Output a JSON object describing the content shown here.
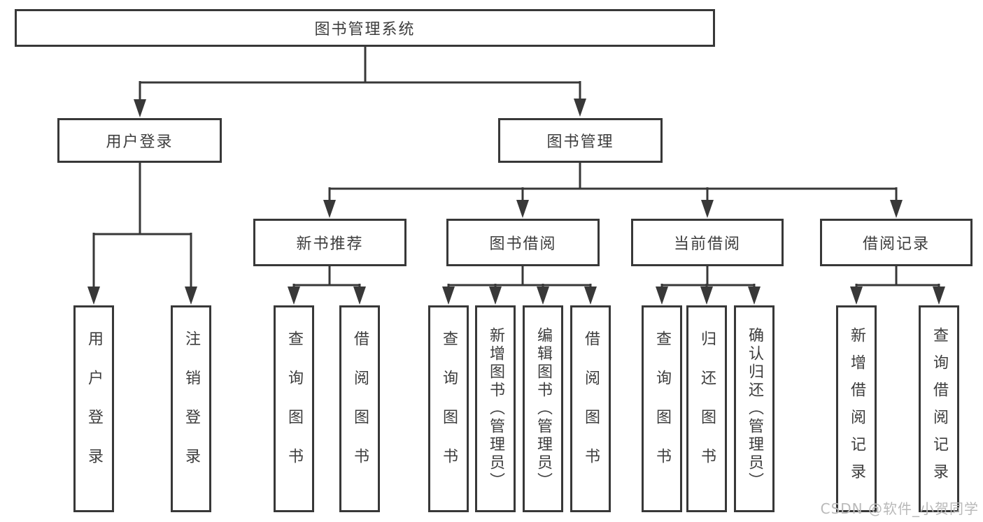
{
  "diagram": {
    "root": {
      "label": "图书管理系统"
    },
    "user_login": {
      "label": "用户登录",
      "children": [
        "用户登录",
        "注销登录"
      ]
    },
    "book_management": {
      "label": "图书管理"
    },
    "new_book": {
      "label": "新书推荐",
      "children": [
        "查询图书",
        "借阅图书"
      ]
    },
    "book_borrow": {
      "label": "图书借阅",
      "children": [
        "查询图书",
        "新增图书（管理员）",
        "编辑图书（管理员）",
        "借阅图书"
      ]
    },
    "current_borrow": {
      "label": "当前借阅",
      "children": [
        "查询图书",
        "归还图书",
        "确认归还（管理员）"
      ]
    },
    "borrow_records": {
      "label": "借阅记录",
      "children": [
        "新增借阅记录",
        "查询借阅记录"
      ]
    }
  },
  "watermark": "CSDN @软件_小贺同学",
  "colors": {
    "line": "#383838",
    "box_border": "#383838",
    "text": "#3d3d3d",
    "watermark": "#b9b9b9",
    "background": "#ffffff"
  }
}
